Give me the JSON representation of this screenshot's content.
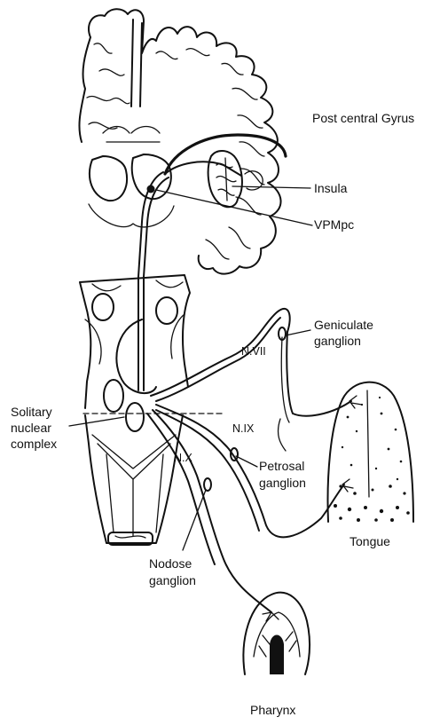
{
  "labels": {
    "post_central_gyrus": "Post central Gyrus",
    "insula": "Insula",
    "vpmpc": "VPMpc",
    "geniculate_line1": "Geniculate",
    "geniculate_line2": "ganglion",
    "n_vii": "N.VII",
    "solitary_line1": "Solitary",
    "solitary_line2": "nuclear",
    "solitary_line3": "complex",
    "n_ix": "N.IX",
    "n_x": "N.X",
    "petrosal_line1": "Petrosal",
    "petrosal_line2": "ganglion",
    "tongue": "Tongue",
    "nodose_line1": "Nodose",
    "nodose_line2": "ganglion",
    "pharynx": "Pharynx"
  }
}
